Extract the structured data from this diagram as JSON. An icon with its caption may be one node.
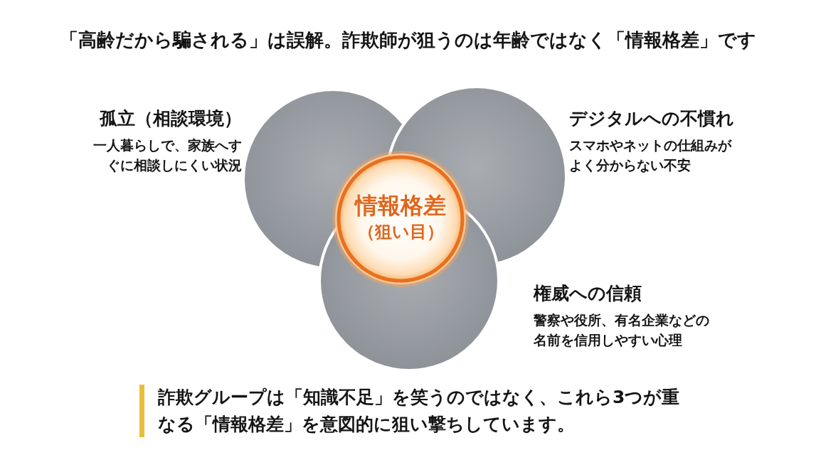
{
  "diagram": {
    "title": "「高齢だから騙される」は誤解。詐欺師が狙うのは年齢ではなく「情報格差」です",
    "nodes": [
      {
        "text": [
          "孤立（相談環境）",
          "一人暮らしで、家族へすぐに相談しにくい状況"
        ]
      },
      {
        "text": [
          "デジタルへの不慣れ",
          "スマホやネットの仕組みがよく分からない不安"
        ]
      },
      {
        "text": [
          "情報格差",
          "（狙い目）"
        ]
      },
      {
        "text": [
          "権威への信頼",
          "警察や役所、有名企業などの名前を信用しやすい心理"
        ]
      }
    ],
    "caption": "詐欺グループは「知識不足」を笑うのではなく、これら3つが重なる「情報格差」を意図的に狙い撃ちしています。"
  }
}
